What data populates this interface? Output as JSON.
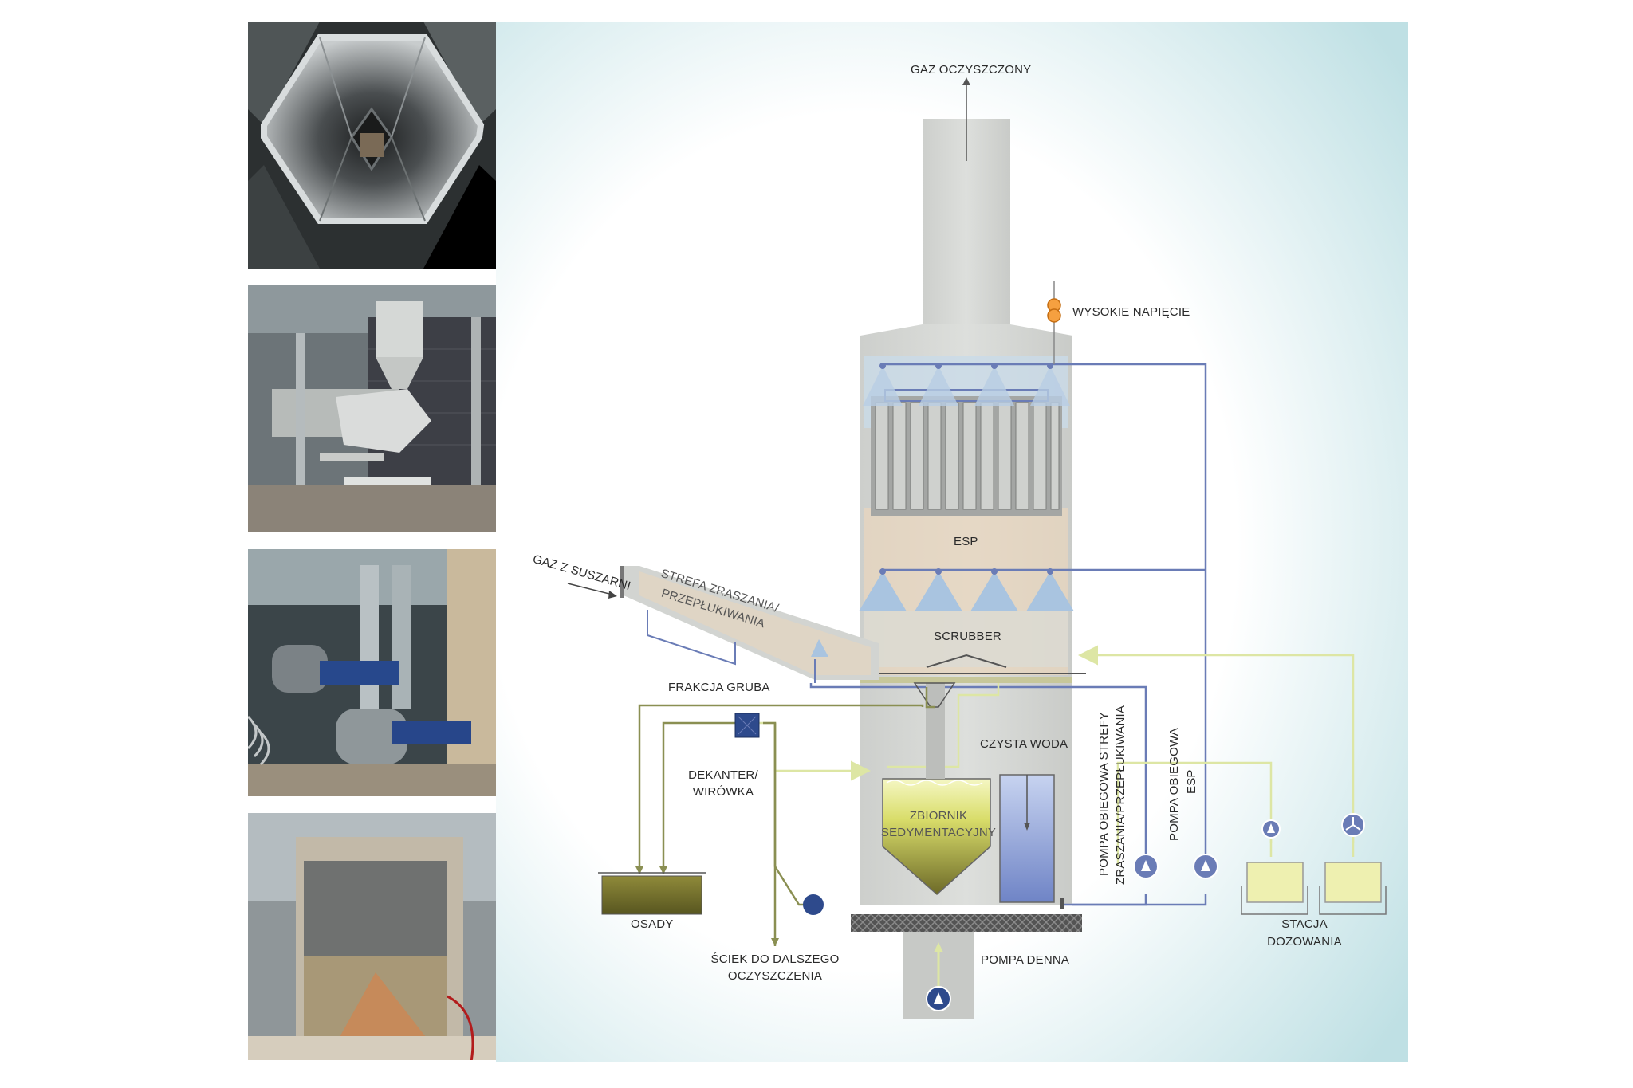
{
  "labels": {
    "clean_gas": "GAZ OCZYSZCZONY",
    "high_voltage": "WYSOKIE NAPIĘCIE",
    "esp": "ESP",
    "gas_from_dryer": "GAZ Z SUSZARNI",
    "quench_zone_line1": "STREFA ZRASZANIA/",
    "quench_zone_line2": "PRZEPŁUKIWANIA",
    "scrubber": "SCRUBBER",
    "coarse_fraction": "FRAKCJA GRUBA",
    "decanter_line1": "DEKANTER/",
    "decanter_line2": "WIRÓWKA",
    "clean_water": "CZYSTA WODA",
    "sedimentation_line1": "ZBIORNIK",
    "sedimentation_line2": "SEDYMENTACYJNY",
    "quench_pump_line1": "POMPA OBIEGOWA STREFY",
    "quench_pump_line2": "ZRASZANIA/PRZEPŁUKIWANIA",
    "esp_pump_line1": "POMPA OBIEGOWA",
    "esp_pump_line2": "ESP",
    "sludge": "OSADY",
    "wastewater_line1": "ŚCIEK DO DALSZEGO",
    "wastewater_line2": "OCZYSZCZENIA",
    "bottom_pump": "POMPA DENNA",
    "dosing_line1": "STACJA",
    "dosing_line2": "DOZOWANIA"
  },
  "photos": [
    {
      "name": "hexagonal-esp-tubes-photo"
    },
    {
      "name": "dryer-hopper-structure-photo"
    },
    {
      "name": "circulation-pumps-photo"
    },
    {
      "name": "sludge-container-photo"
    }
  ],
  "colors": {
    "blue_line": "#6a7cb6",
    "yellow_line": "#dde6a4",
    "olive_line": "#8a8f52",
    "tower": "#d2d4d1",
    "sludge": "#6d6a28",
    "clean_water": "#7e90cc"
  }
}
